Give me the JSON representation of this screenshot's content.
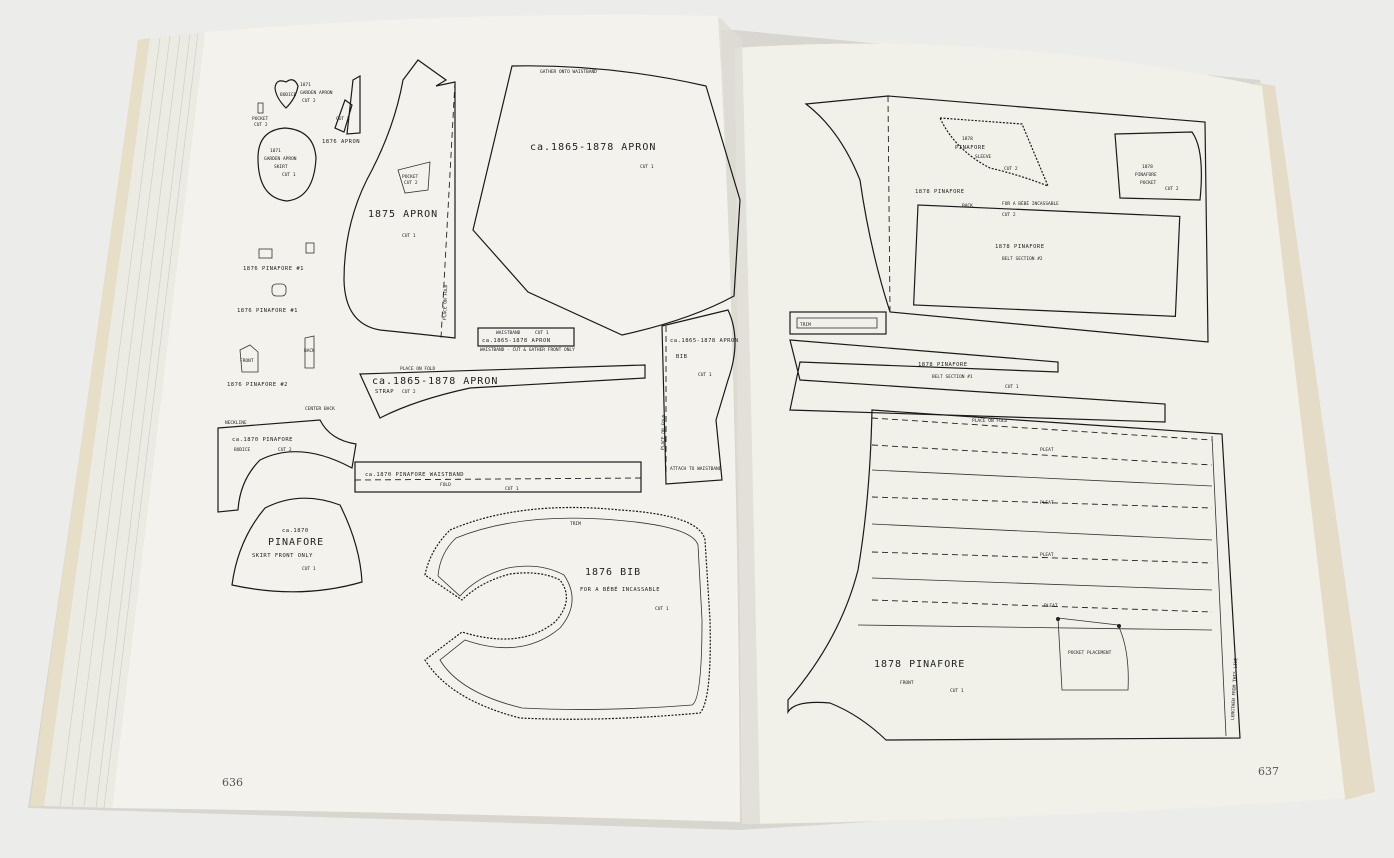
{
  "page_numbers": {
    "left": "636",
    "right": "637"
  },
  "left": {
    "garden": {
      "pocket": "POCKET",
      "pocket_cut": "CUT 2",
      "bodice": "BODICE",
      "year": "1871",
      "name": "GARDEN APRON",
      "bodice_cut": "CUT 2",
      "skirt_year": "1871",
      "skirt_name": "GARDEN APRON",
      "skirt": "SKIRT",
      "skirt_cut": "CUT 1"
    },
    "apron1876": {
      "title": "1876 APRON",
      "cut": "CUT 2"
    },
    "apron1875": {
      "title": "1875 APRON",
      "pocket": "POCKET",
      "pocket_cut": "CUT 2",
      "cut": "CUT 1",
      "fold": "PLACE ON FOLD"
    },
    "apron_big": {
      "gather": "GATHER ONTO WAISTBAND",
      "title": "ca.1865-1878 APRON",
      "cut": "CUT 1"
    },
    "pinafore1876a": {
      "title": "1876 PINAFORE #1"
    },
    "pinafore1876b": {
      "title": "1876 PINAFORE #1"
    },
    "pinafore1876c": {
      "title": "1876 PINAFORE #2",
      "front": "FRONT",
      "back": "BACK"
    },
    "waistband": {
      "title": "ca.1865-1878 APRON",
      "label": "WAISTBAND",
      "note": "CUT 1",
      "note2": "WAISTBAND - CUT & GATHER FRONT ONLY"
    },
    "strap": {
      "fold": "PLACE ON FOLD",
      "title": "ca.1865-1878 APRON",
      "strap": "STRAP",
      "cut": "CUT 2"
    },
    "bib1865": {
      "title": "ca.1865-1878 APRON",
      "bib": "BIB",
      "cut": "CUT 1",
      "fold": "PLACE ON FOLD",
      "attach": "ATTACH TO WAISTBAND"
    },
    "bodice1870": {
      "neck": "NECKLINE",
      "center": "CENTER BACK",
      "title": "ca.1870 PINAFORE",
      "bodice": "BODICE",
      "cut": "CUT 2"
    },
    "wb1870": {
      "title": "ca.1870 PINAFORE WAISTBAND",
      "fold": "FOLD",
      "cut": "CUT 1"
    },
    "skirt1870": {
      "year": "ca.1870",
      "title": "PINAFORE",
      "subtitle": "SKIRT FRONT ONLY",
      "cut": "CUT 1"
    },
    "bib1876": {
      "trim": "TRIM",
      "title": "1876 BIB",
      "subtitle": "FOR A BÉBÉ INCASSABLE",
      "cut": "CUT 1"
    }
  },
  "right": {
    "back": {
      "sleeve_year": "1878",
      "sleeve_name": "PINAFORE",
      "sleeve": "SLEEVE",
      "sleeve_cut": "CUT 2",
      "pocket_year": "1878",
      "pocket_name": "PINAFORE",
      "pocket": "POCKET",
      "pocket_cut": "CUT 2",
      "title": "1878 PINAFORE",
      "subtitle": "FOR A BÉBÉ INCASSABLE",
      "back": "BACK",
      "cut": "CUT 2",
      "belt2_title": "1878 PINAFORE",
      "belt2": "BELT SECTION #2"
    },
    "trim": "TRIM",
    "belt1": {
      "title": "1878 PINAFORE",
      "label": "BELT SECTION #1",
      "cut": "CUT 1",
      "fold": "PLACE ON FOLD"
    },
    "front": {
      "fold": "PLACE ON FOLD",
      "pleat": "PLEAT",
      "pocket": "POCKET PLACEMENT",
      "title": "1878 PINAFORE",
      "front": "FRONT",
      "cut": "CUT 1",
      "lengthen": "LENGTHEN FROM THIS LINE"
    }
  },
  "colors": {
    "paper_left": "#f3f2ec",
    "paper_right": "#f1f1ea",
    "ink": "#1a1a1a",
    "cover": "#e9e3cf"
  }
}
